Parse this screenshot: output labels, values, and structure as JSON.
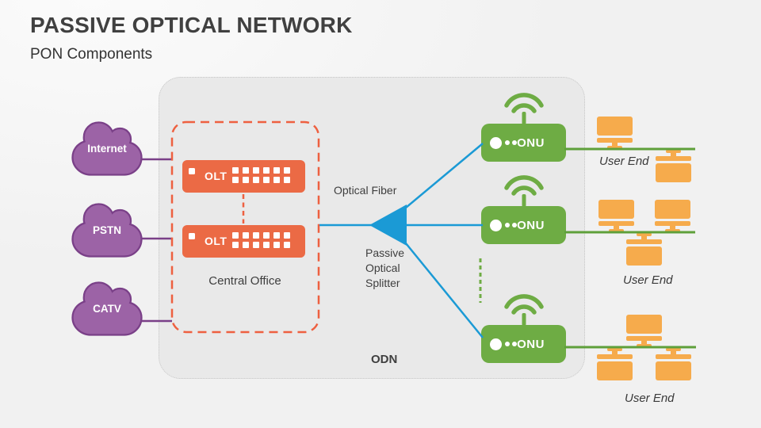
{
  "slide": {
    "title": "PASSIVE OPTICAL NETWORK",
    "subtitle": "PON Components"
  },
  "clouds": [
    {
      "label": "Internet"
    },
    {
      "label": "PSTN"
    },
    {
      "label": "CATV"
    }
  ],
  "central_office": {
    "label": "Central Office"
  },
  "devices": {
    "olt": "OLT",
    "onu": "ONU"
  },
  "network": {
    "odn": "ODN",
    "optical_fiber": "Optical Fiber",
    "splitter": "Passive Optical Splitter"
  },
  "user_end": {
    "label": "User End"
  },
  "icons": [
    "cloud-shape",
    "wifi-icon",
    "monitor-icon",
    "splitter-triangle",
    "port-square",
    "status-led"
  ],
  "colors": {
    "cloud_purple": "#9C63A6",
    "cloud_stroke": "#7A4088",
    "olt_orange": "#EB6A45",
    "dashed_orange": "#EE6040",
    "onu_green": "#6EAC44",
    "line_green": "#5EA03A",
    "fiber_blue": "#1B9AD5",
    "monitor_amber": "#F6AB4C",
    "panel_gray": "#E9E9E9",
    "background": "#F2F2F2",
    "text_dark": "#3F3F3F"
  }
}
